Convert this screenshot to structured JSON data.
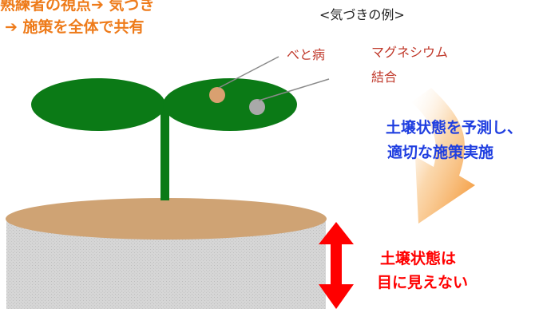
{
  "headline": {
    "line1": "熟練者の視点➔ 気づき",
    "line2": "➔ 施策を全体で共有",
    "color": "#ee7b1a"
  },
  "example_caption": "<気づきの例>",
  "leaf_labels": {
    "downy_mildew": "べと病",
    "magnesium_line1": "マグネシウム",
    "magnesium_line2": "結合",
    "color": "#c0392b"
  },
  "prediction_note": {
    "line1": "土壌状態を予測し、",
    "line2": "適切な施策実施",
    "color": "#1f3ee0"
  },
  "soil_note": {
    "line1": "土壌状態は",
    "line2": "目に見えない",
    "color": "#ff0000"
  },
  "colors": {
    "leaf": "#0b7a16",
    "stem": "#0b7a16",
    "soil_surface": "#cfa374",
    "soil_body": "#d3d3d3",
    "spot_brown": "#d9a070",
    "spot_gray": "#a9a9a9",
    "arrow_orange": "#f39b3a",
    "arrow_red": "#ff0000"
  }
}
